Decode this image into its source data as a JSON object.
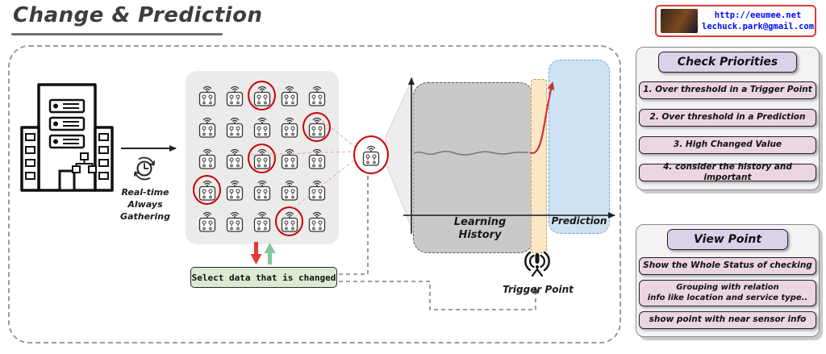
{
  "title": "Change & Prediction",
  "contact": {
    "url": "http://eeumee.net",
    "email": "lechuck.park@gmail.com"
  },
  "flow": {
    "gathering": "Real-time\nAlways\nGathering",
    "select_label": "Select data that is changed",
    "learning": "Learning\nHistory",
    "prediction": "Prediction",
    "trigger": "Trigger Point"
  },
  "sensor_grid": {
    "rows": 5,
    "cols": 5,
    "circled": [
      [
        0,
        2
      ],
      [
        1,
        4
      ],
      [
        2,
        2
      ],
      [
        3,
        0
      ],
      [
        4,
        3
      ]
    ]
  },
  "check_priorities": {
    "title": "Check Priorities",
    "items": [
      "1. Over threshold in a Trigger Point",
      "2. Over threshold in a Prediction",
      "3. High Changed Value",
      "4. consider the history and important"
    ]
  },
  "view_point": {
    "title": "View Point",
    "items": [
      "Show the Whole Status of checking",
      "Grouping with relation\ninfo like location and service type..",
      "show point with near sensor info"
    ]
  },
  "colors": {
    "circle_red": "#cc0000",
    "select_green": "#dcead2",
    "header_lavender": "#d9d2e9",
    "item_pink": "#ead5e1",
    "prediction_blue": "#cfe2f3",
    "trigger_amber": "#fbe7c6",
    "history_gray": "#c9c9c9",
    "link_blue": "#0008ff"
  }
}
